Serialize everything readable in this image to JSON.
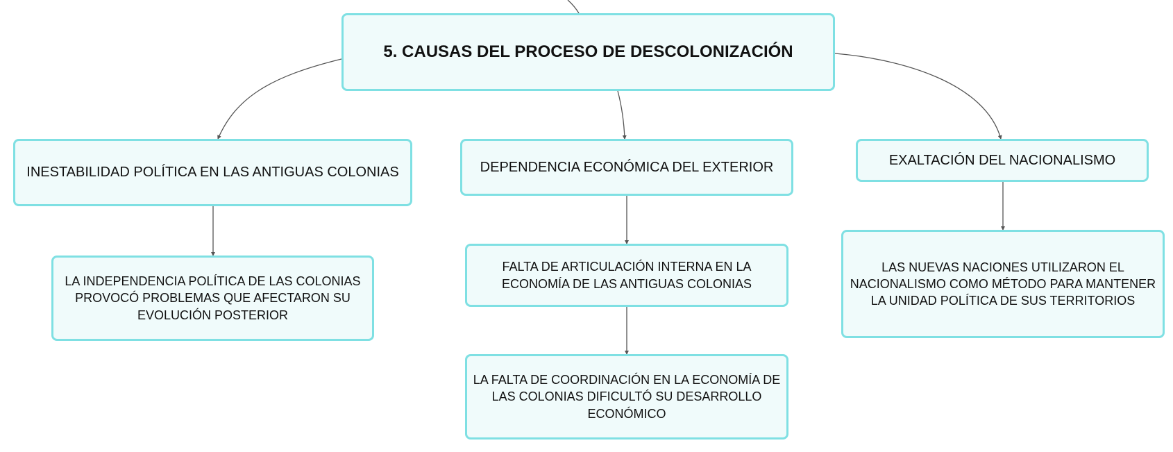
{
  "diagram": {
    "root": {
      "title": "5. CAUSAS DEL PROCESO DE DESCOLONIZACIÓN"
    },
    "branches": [
      {
        "label": "INESTABILIDAD POLÍTICA EN LAS ANTIGUAS COLONIAS",
        "children": [
          "LA INDEPENDENCIA POLÍTICA DE LAS COLONIAS PROVOCÓ PROBLEMAS QUE AFECTARON SU EVOLUCIÓN POSTERIOR"
        ]
      },
      {
        "label": "DEPENDENCIA ECONÓMICA DEL EXTERIOR",
        "children": [
          "FALTA DE ARTICULACIÓN INTERNA EN LA ECONOMÍA DE LAS ANTIGUAS COLONIAS",
          "LA FALTA DE COORDINACIÓN EN LA ECONOMÍA DE LAS COLONIAS DIFICULTÓ SU DESARROLLO ECONÓMICO"
        ]
      },
      {
        "label": "EXALTACIÓN DEL NACIONALISMO",
        "children": [
          "LAS NUEVAS NACIONES UTILIZARON EL NACIONALISMO COMO MÉTODO PARA MANTENER LA UNIDAD POLÍTICA DE SUS TERRITORIOS"
        ]
      }
    ],
    "colors": {
      "node_fill": "#f0fbfb",
      "node_border": "#7fe0e3",
      "connector": "#555555",
      "text": "#111111"
    }
  }
}
